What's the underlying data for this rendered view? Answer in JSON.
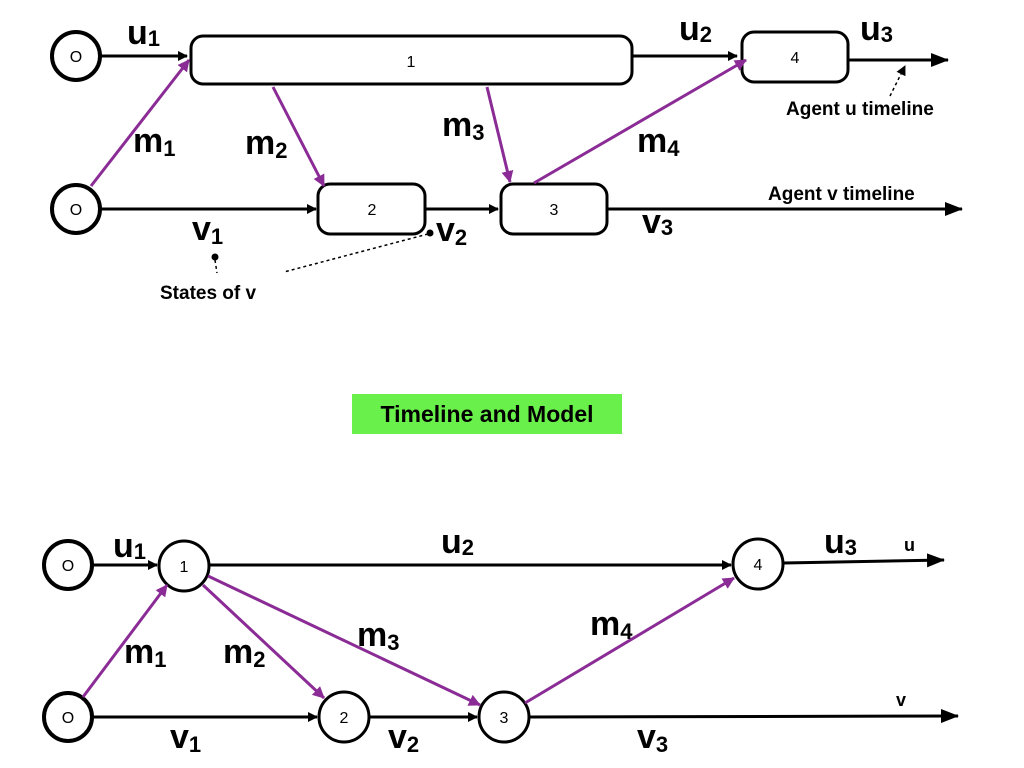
{
  "title": "Timeline and Model",
  "top": {
    "origin_label": "O",
    "states": [
      "1",
      "2",
      "3",
      "4"
    ],
    "edges": {
      "u1": "u",
      "u2": "u",
      "u3": "u",
      "v1": "v",
      "v2": "v",
      "v3": "v",
      "m1": "m",
      "m2": "m",
      "m3": "m",
      "m4": "m"
    },
    "subscripts": {
      "u1": "1",
      "u2": "2",
      "u3": "3",
      "v1": "1",
      "v2": "2",
      "v3": "3",
      "m1": "1",
      "m2": "2",
      "m3": "3",
      "m4": "4"
    },
    "annotations": {
      "agent_u": "Agent u timeline",
      "agent_v": "Agent v timeline",
      "states_of_v": "States of v"
    }
  },
  "bottom": {
    "origin_label": "O",
    "states": [
      "1",
      "2",
      "3",
      "4"
    ],
    "timeline_u": "u",
    "timeline_v": "v"
  },
  "colors": {
    "message": "#8b2c96",
    "line": "#000000",
    "title_bg": "#6af04a"
  }
}
